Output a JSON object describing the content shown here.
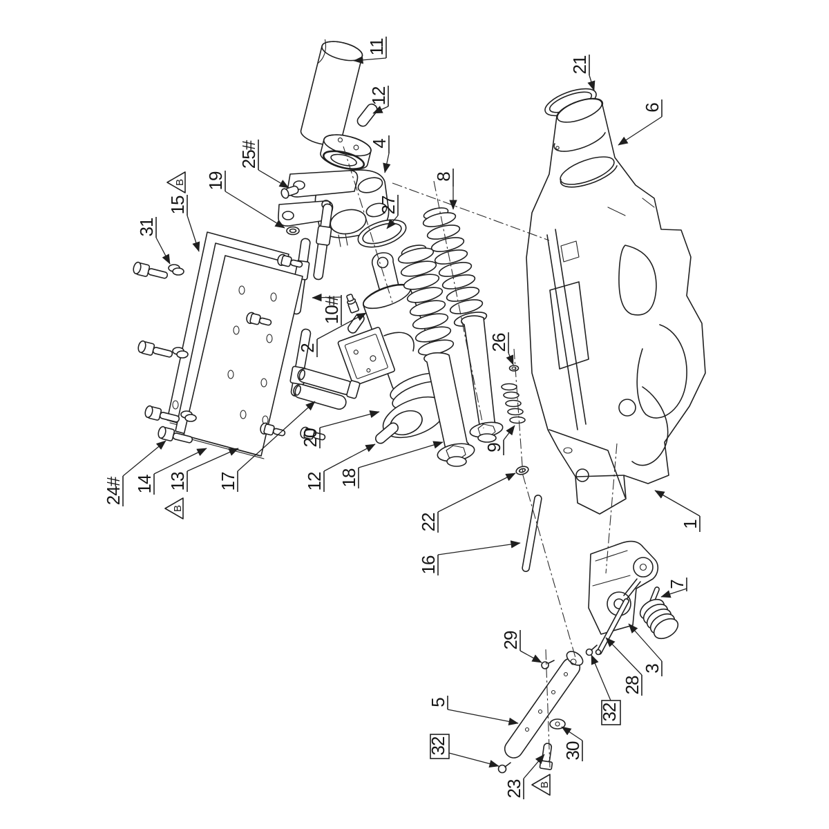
{
  "diagram": {
    "type": "exploded-assembly-drawing",
    "background": "#ffffff",
    "line_color": "#1f1f1f",
    "callouts": {
      "c11": "11",
      "c12a": "12",
      "c4": "4",
      "c27": "27",
      "c8": "8",
      "c25": "25#",
      "c19": "19",
      "c15": "15",
      "c31": "31",
      "c10": "10#",
      "c2": "2",
      "c26": "26",
      "c9": "9",
      "c22": "22",
      "c16": "16",
      "c21": "21",
      "c6": "6",
      "c1": "1",
      "c7": "7",
      "c3": "3",
      "c28": "28",
      "c32r": "32",
      "c29": "29",
      "c5": "5",
      "c32l": "32",
      "c30": "30",
      "c23": "23",
      "c24": "24#",
      "c14": "14",
      "c13": "13",
      "c17": "17",
      "c12b": "12",
      "c18": "18",
      "c20": "20"
    },
    "view_markers": {
      "b_top": "B",
      "b_left": "B",
      "b_bottom": "B"
    }
  }
}
